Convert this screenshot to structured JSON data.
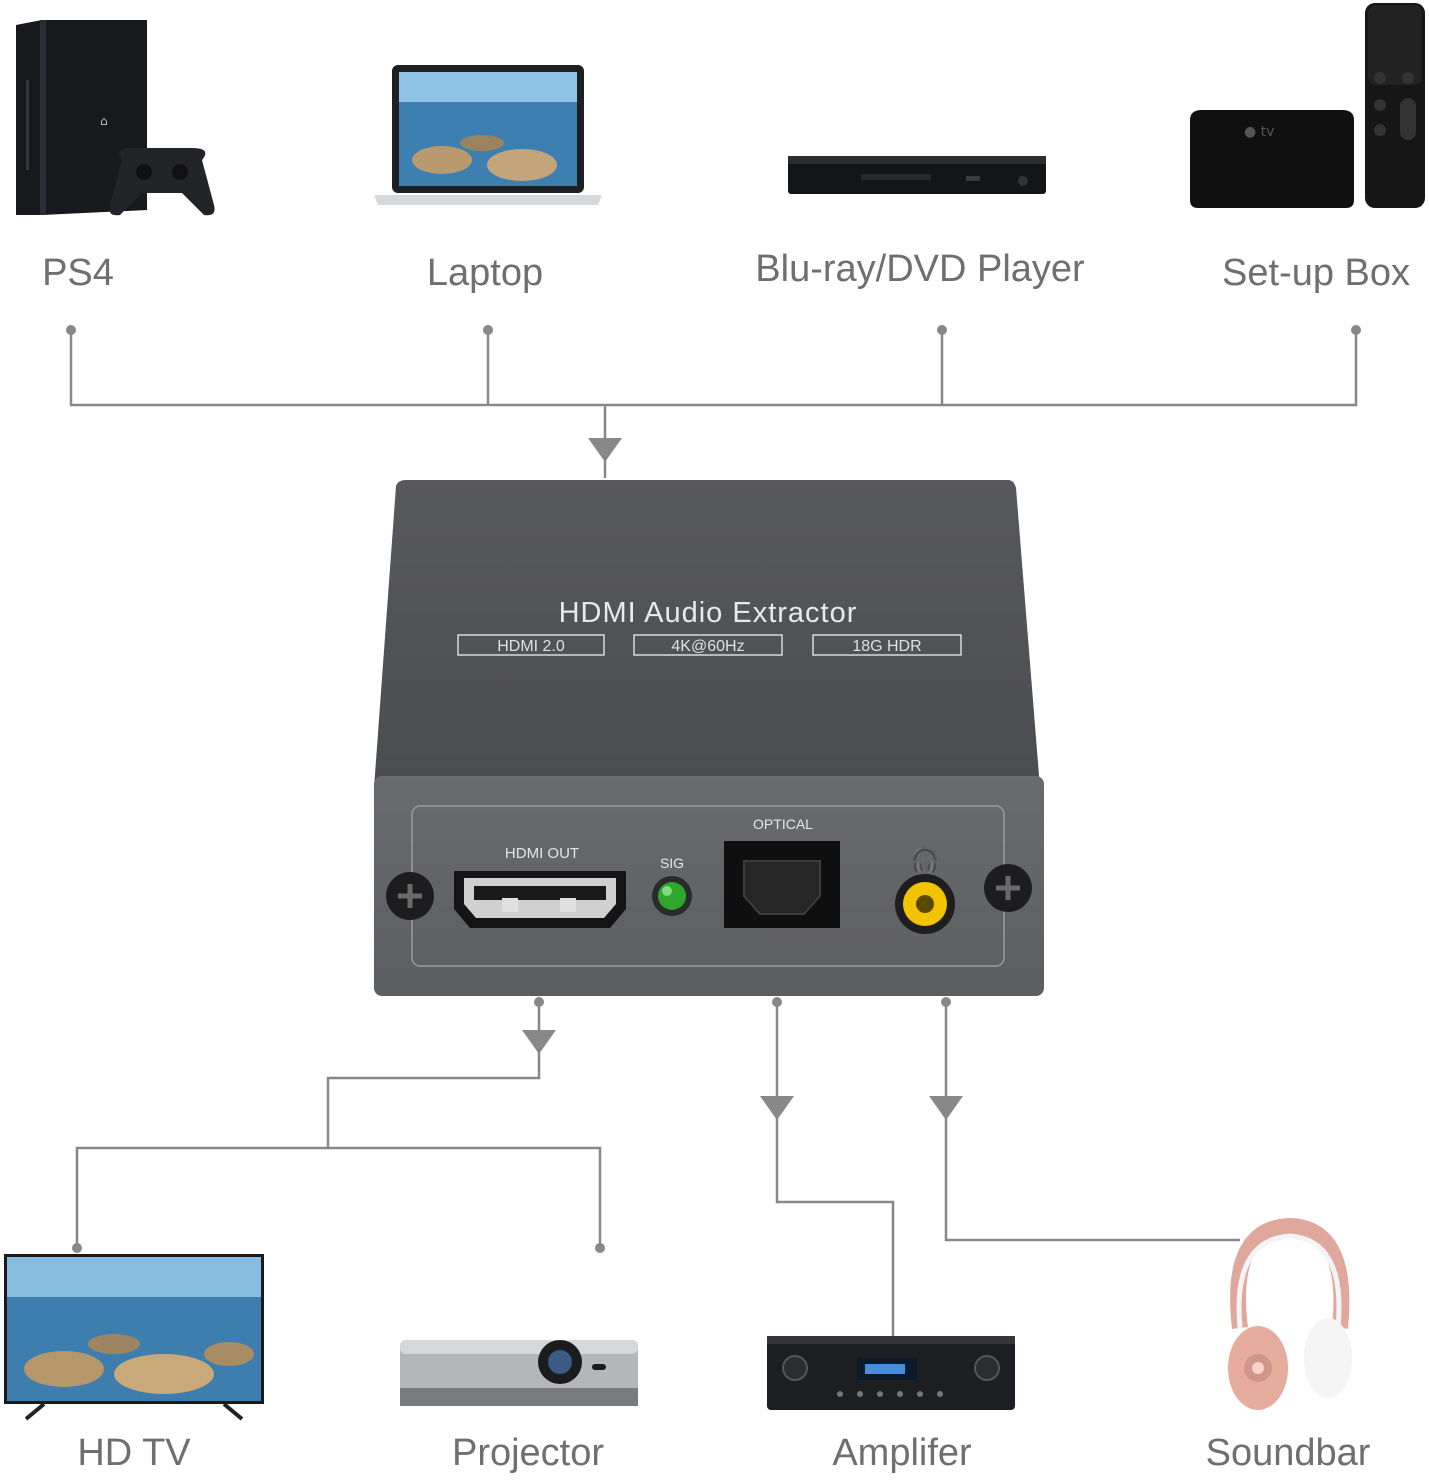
{
  "inputs": [
    {
      "label": "PS4"
    },
    {
      "label": "Laptop"
    },
    {
      "label": "Blu-ray/DVD Player"
    },
    {
      "label": "Set-up Box"
    }
  ],
  "extractor": {
    "title": "HDMI Audio Extractor",
    "badges": [
      "HDMI 2.0",
      "4K@60Hz",
      "18G HDR"
    ],
    "port_hdmi_out": "HDMI OUT",
    "port_sig": "SIG",
    "port_optical": "OPTICAL",
    "sig_led_color": "#2fa72f",
    "audio_jack_color": "#f3c300"
  },
  "outputs": [
    {
      "label": "HD TV"
    },
    {
      "label": "Projector"
    },
    {
      "label": "Amplifer"
    },
    {
      "label": "Soundbar"
    }
  ],
  "colors": {
    "wire": "#888888",
    "label": "#6f6f6f",
    "device_body": "#5a5a5c",
    "headphone": "#e0a89c"
  }
}
